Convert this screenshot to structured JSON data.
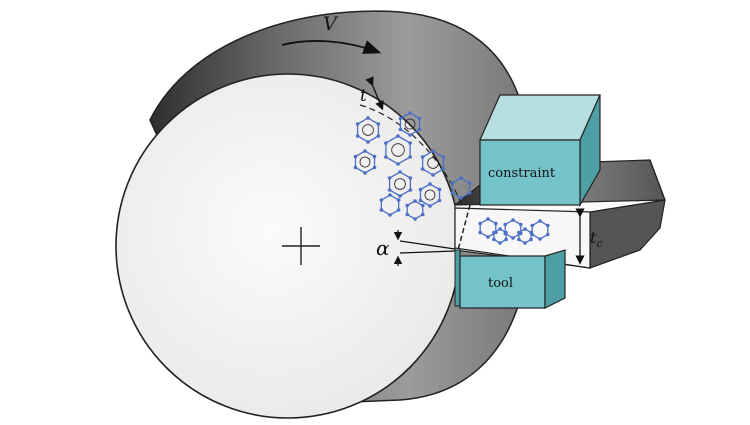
{
  "labels": {
    "velocity": "V",
    "uncut_thickness": "t",
    "rake_angle": "α",
    "chip_thickness_base": "t",
    "chip_thickness_sub": "c",
    "constraint": "constraint",
    "tool": "tool"
  },
  "colors": {
    "block_fill": "#74c3c9",
    "block_top": "#b7dfe2",
    "block_side": "#4e9ea5",
    "molecule_stroke": "#4d6fc4",
    "molecule_atom": "#4d6fc4",
    "chip_dark": "#3a3a3a",
    "cylinder_face": "#f4f4f4",
    "cylinder_body": "#5f5f5f"
  }
}
